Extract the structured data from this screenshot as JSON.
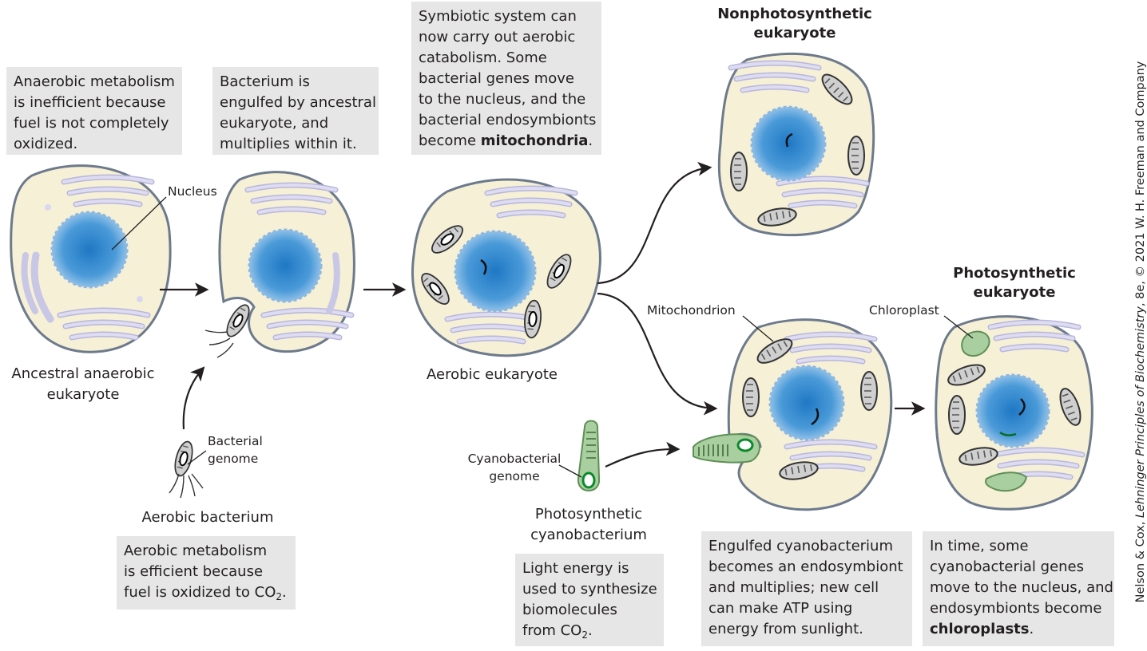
{
  "boxes": {
    "anaerobic_l1": "Anaerobic metabolism",
    "anaerobic_l2": "is inefficient because",
    "anaerobic_l3": "fuel is not completely",
    "anaerobic_l4": "oxidized.",
    "engulfed_l1": "Bacterium is",
    "engulfed_l2": "engulfed by ancestral",
    "engulfed_l3": "eukaryote, and",
    "engulfed_l4": "multiplies within it.",
    "symbiotic_l1": "Symbiotic system can",
    "symbiotic_l2": "now carry out aerobic",
    "symbiotic_l3": "catabolism. Some",
    "symbiotic_l4": "bacterial genes move",
    "symbiotic_l5": "to the nucleus, and the",
    "symbiotic_l6": "bacterial endosymbionts",
    "symbiotic_l7_pre": "become ",
    "symbiotic_l7_bold": "mitochondria",
    "symbiotic_l7_post": ".",
    "aerobic_l1": "Aerobic metabolism",
    "aerobic_l2": "is efficient because",
    "aerobic_l3_pre": "fuel is oxidized to CO",
    "aerobic_l3_sub": "2",
    "aerobic_l3_post": ".",
    "light_l1": "Light energy is",
    "light_l2": "used to synthesize",
    "light_l3": "biomolecules",
    "light_l4_pre": "from CO",
    "light_l4_sub": "2",
    "light_l4_post": ".",
    "cyano_engulfed_l1": "Engulfed cyanobacterium",
    "cyano_engulfed_l2": "becomes an endosymbiont",
    "cyano_engulfed_l3": "and multiplies; new cell",
    "cyano_engulfed_l4": "can make ATP using",
    "cyano_engulfed_l5": "energy from sunlight.",
    "intime_l1": "In time, some",
    "intime_l2": "cyanobacterial genes",
    "intime_l3": "move to the nucleus, and",
    "intime_l4": "endosymbionts become",
    "intime_l5_bold": "chloroplasts",
    "intime_l5_post": "."
  },
  "labels": {
    "ancestral_l1": "Ancestral anaerobic",
    "ancestral_l2": "eukaryote",
    "aerobic_eukaryote": "Aerobic eukaryote",
    "aerobic_bacterium": "Aerobic bacterium",
    "photo_cyano_l1": "Photosynthetic",
    "photo_cyano_l2": "cyanobacterium",
    "nucleus": "Nucleus",
    "bacterial_genome_l1": "Bacterial",
    "bacterial_genome_l2": "genome",
    "cyano_genome_l1": "Cyanobacterial",
    "cyano_genome_l2": "genome",
    "mitochondrion": "Mitochondrion",
    "chloroplast": "Chloroplast",
    "nonphoto_l1": "Nonphotosynthetic",
    "nonphoto_l2": "eukaryote",
    "photo_euk_l1": "Photosynthetic",
    "photo_euk_l2": "eukaryote"
  },
  "credit": {
    "pre": "Nelson & Cox, ",
    "italic": "Lehninger Principles of Biochemistry",
    "post": ", 8e, © 2021 W. H. Freeman and Company"
  },
  "colors": {
    "cell_fill": "#f6f0d6",
    "cell_stroke": "#6d7a8c",
    "nucleus_blue": "#3a8fd0",
    "er_lavender": "#d9d8ee",
    "mito_gray": "#cfcfcf",
    "chloroplast_green": "#a9cfa0",
    "box_gray": "#e6e6e6"
  }
}
